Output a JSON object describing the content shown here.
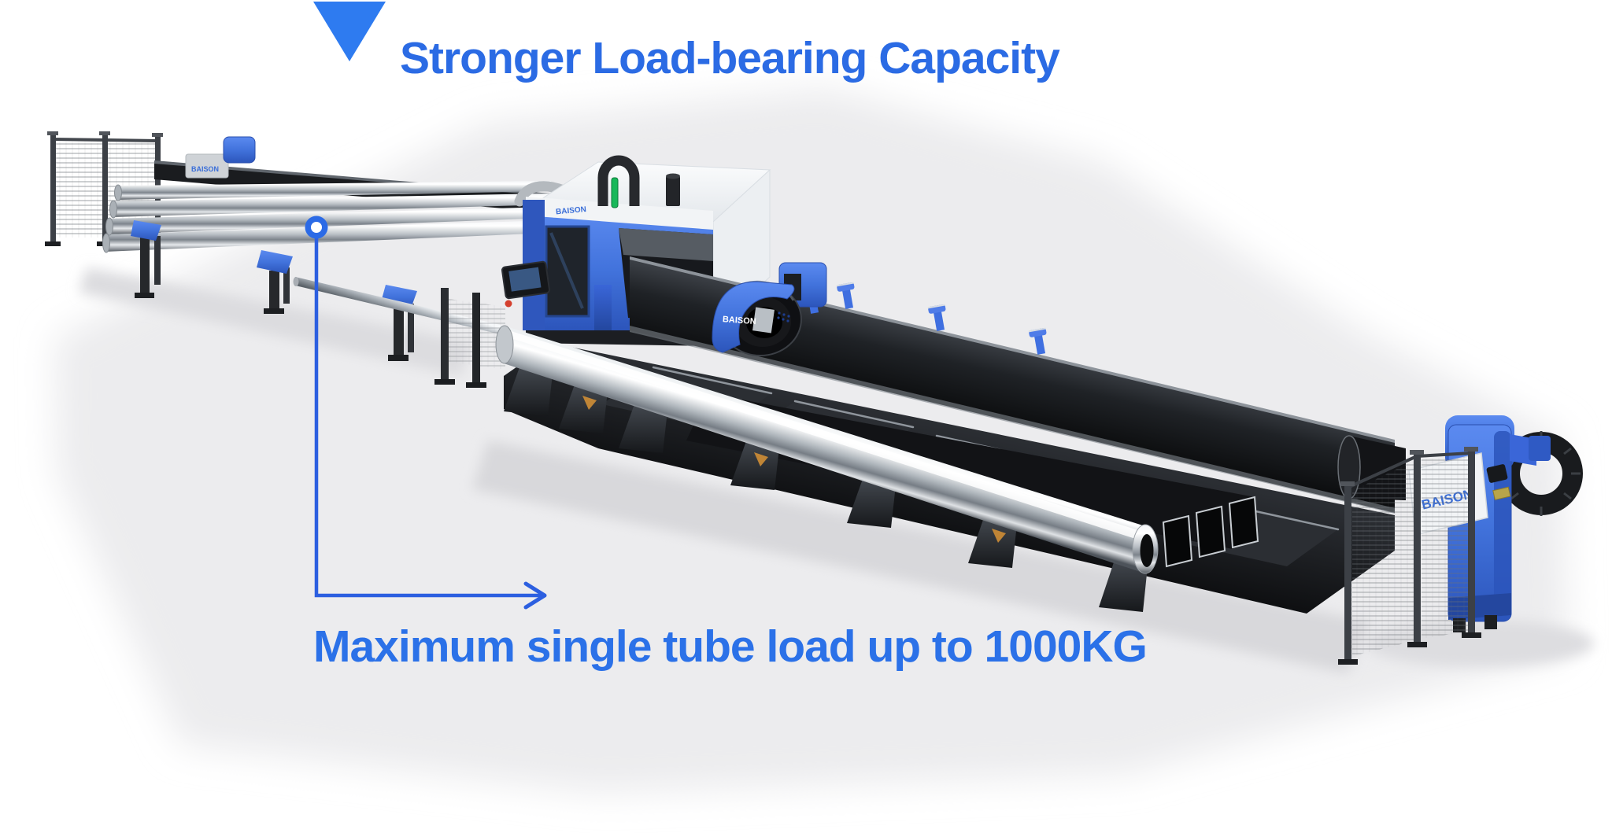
{
  "header": {
    "title": "Stronger Load-bearing Capacity",
    "icon": "triangle-down"
  },
  "annotation": {
    "caption": "Maximum single tube load up to 1000KG",
    "marker": "dot-marker",
    "pointer": "elbow-arrow-right"
  },
  "machine": {
    "brand": "BAISON"
  },
  "colors": {
    "background": "#FFFFFF",
    "floor_gray": "#ECECEE",
    "title_blue": "#2B6BE4",
    "caption_blue": "#2B71E8",
    "triangle_blue": "#2E7BF0",
    "callout_line_blue": "#2C5FE0",
    "marker_blue": "#2B6AE6",
    "machine_blue": "#4273DC",
    "brand_text_blue": "#3A6ED8",
    "indicator_green": "#19B85A"
  }
}
